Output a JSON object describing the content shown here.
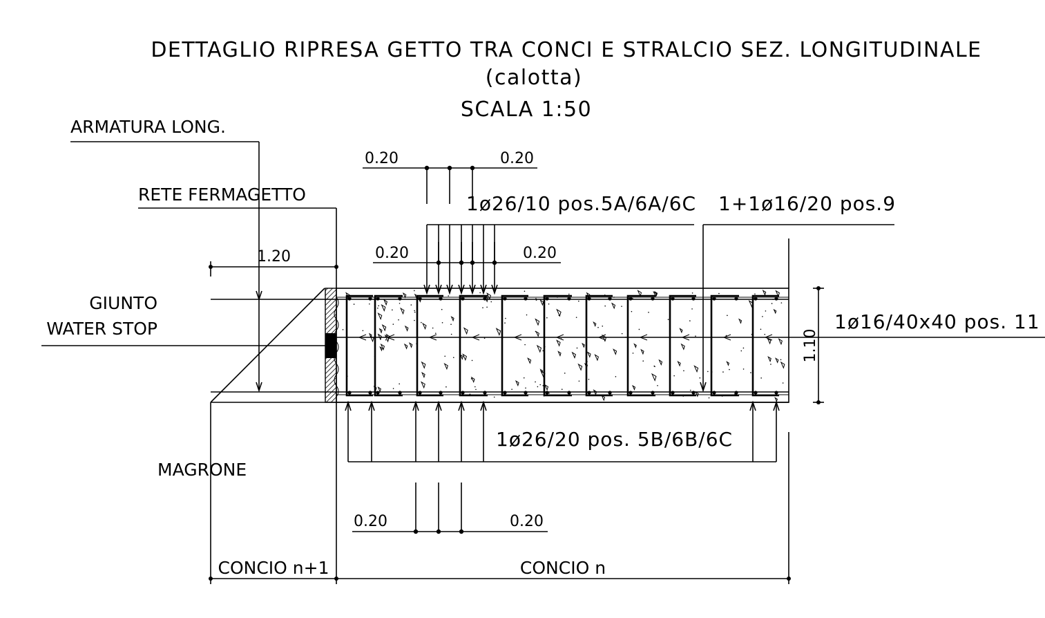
{
  "title": {
    "line1": "DETTAGLIO RIPRESA GETTO TRA CONCI E STRALCIO SEZ. LONGITUDINALE",
    "line2": "(calotta)",
    "scale": "SCALA 1:50"
  },
  "labels": {
    "armatura": "ARMATURA LONG.",
    "rete": "RETE FERMAGETTO",
    "giunto": "GIUNTO",
    "waterstop": "WATER STOP",
    "magrone": "MAGRONE",
    "top_rebar": "1ø26/10 pos.5A/6A/6C",
    "stirrups": "1+1ø16/20 pos.9",
    "long_bar": "1ø16/40x40 pos. 11",
    "bottom_rebar": "1ø26/20 pos. 5B/6B/6C",
    "concio_n1": "CONCIO n+1",
    "concio_n": "CONCIO n"
  },
  "dimensions": {
    "top_left": "0.20",
    "top_right": "0.20",
    "mid_left": "0.20",
    "mid_right": "0.20",
    "bot_left": "0.20",
    "bot_right": "0.20",
    "width_120": "1.20",
    "height_110": "1.10"
  }
}
